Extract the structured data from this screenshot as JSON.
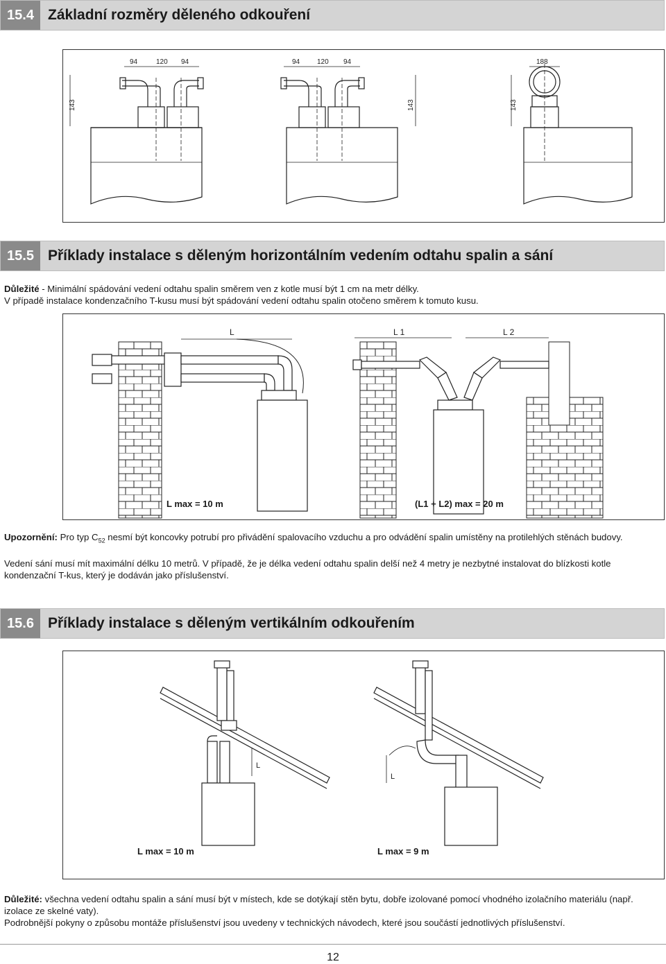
{
  "section_154": {
    "number": "15.4",
    "title": "Základní rozměry děleného odkouření"
  },
  "dimensions": {
    "d94": "94",
    "d120": "120",
    "d188": "188",
    "d143": "143",
    "eq": "="
  },
  "section_155": {
    "number": "15.5",
    "title": "Příklady instalace s děleným horizontálním vedením odtahu spalin a sání"
  },
  "note_155": {
    "bold": "Důležité",
    "line1": " - Minimální spádování vedení odtahu spalin směrem ven z kotle musí být 1 cm na metr délky.",
    "line2": "V případě instalace kondenzačního T-kusu musí být spádování vedení odtahu spalin otočeno směrem k tomuto kusu."
  },
  "horizontal_diagram": {
    "label_L": "L",
    "label_L1": "L 1",
    "label_L2": "L 2",
    "caption_left": "L max = 10 m",
    "caption_right": "(L1 + L2) max = 20 m"
  },
  "warning": {
    "bold": "Upozornění:",
    "pre": " Pro typ C",
    "sub": "52",
    "post": " nesmí být koncovky potrubí pro přivádění spalovacího vzduchu a pro odvádění spalin umístěny na protilehlých stěnách budovy."
  },
  "info": "Vedení sání musí mít maximální délku 10 metrů. V případě, že je délka vedení odtahu spalin delší než 4 metry je nezbytné instalovat do blízkosti kotle kondenzační T-kus, který je dodáván jako příslušenství.",
  "section_156": {
    "number": "15.6",
    "title": "Příklady instalace s děleným vertikálním odkouřením"
  },
  "vertical_diagram": {
    "label_L": "L",
    "caption_left": "L max = 10 m",
    "caption_right": "L max = 9 m"
  },
  "bottom_note": {
    "bold": "Důležité:",
    "text1": " všechna vedení odtahu spalin a sání musí být v místech, kde se dotýkají stěn bytu, dobře izolované pomocí vhodného izolačního materiálu (např. izolace ze skelné vaty).",
    "text2": "Podrobnější pokyny o způsobu montáže příslušenství jsou uvedeny v technických návodech, které jsou součástí jednotlivých příslušenství."
  },
  "page_number": "12"
}
